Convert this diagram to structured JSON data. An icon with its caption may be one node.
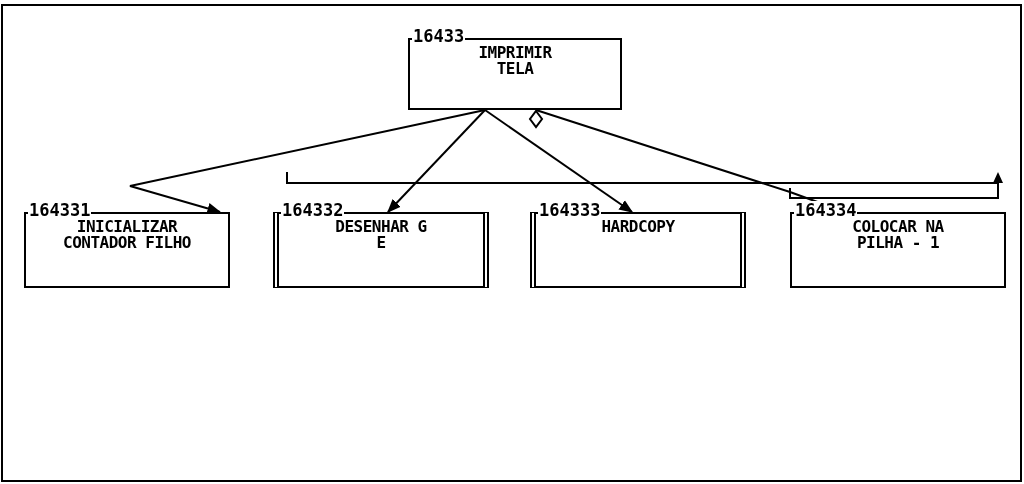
{
  "diagram": {
    "nodes": [
      {
        "text": [
          "16433",
          "IMPRIMIR TELA"
        ]
      },
      {
        "text": [
          "164331",
          "INICIALIZAR CONTADOR FILHO"
        ]
      },
      {
        "text": [
          "164332",
          "DESENHAR G E"
        ]
      },
      {
        "text": [
          "164333",
          "HARDCOPY"
        ]
      },
      {
        "text": [
          "164334",
          "COLOCAR NA PILHA - 1"
        ]
      }
    ],
    "edges": [
      {
        "from": 0,
        "to": 1,
        "arrow": "to"
      },
      {
        "from": 0,
        "to": 2,
        "arrow": "to"
      },
      {
        "from": 0,
        "to": 3,
        "arrow": "to"
      },
      {
        "from": 0,
        "to": 4,
        "arrow": "to"
      }
    ]
  }
}
